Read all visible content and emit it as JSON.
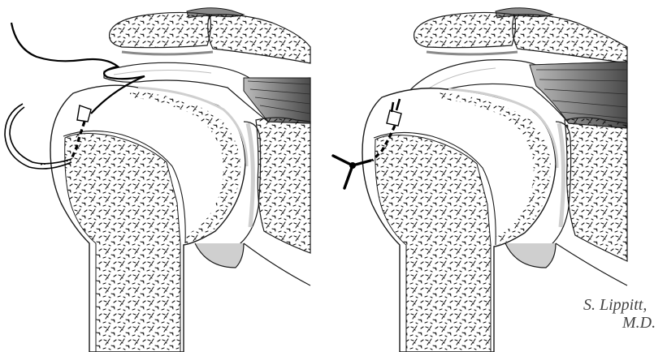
{
  "figure": {
    "panels": [
      {
        "id": "left",
        "content": "Shoulder joint cross-section with needle passing suture through humeral head drill tunnel and cuff"
      },
      {
        "id": "right",
        "content": "Shoulder joint cross-section with suture tied over the tunnel, cuff reattached"
      }
    ],
    "colors": {
      "outline": "#1a1a1a",
      "bone_fill": "#ffffff",
      "cartilage": "#cfcfcf",
      "muscle_dark": "#4a4a4a",
      "muscle_light": "#bdbdbd",
      "suture": "#000000"
    },
    "signature": {
      "line1": "S. Lippitt,",
      "line2": "M.D."
    }
  }
}
